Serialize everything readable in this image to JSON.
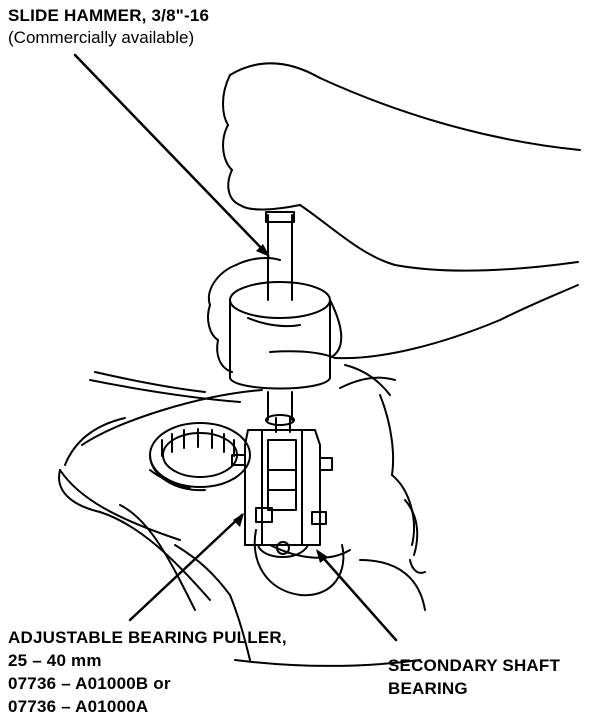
{
  "callouts": {
    "slide_hammer": {
      "name": "SLIDE HAMMER, 3/8\"-16",
      "note": "(Commercially available)"
    },
    "bearing_puller": {
      "name": "ADJUSTABLE BEARING PULLER,",
      "size": "25 – 40 mm",
      "part_1": "07736 – A01000B or",
      "part_2": "07736 – A01000A"
    },
    "secondary_bearing": {
      "line_1": "SECONDARY SHAFT",
      "line_2": "BEARING"
    }
  },
  "colors": {
    "ink": "#000000",
    "paper": "#ffffff"
  }
}
